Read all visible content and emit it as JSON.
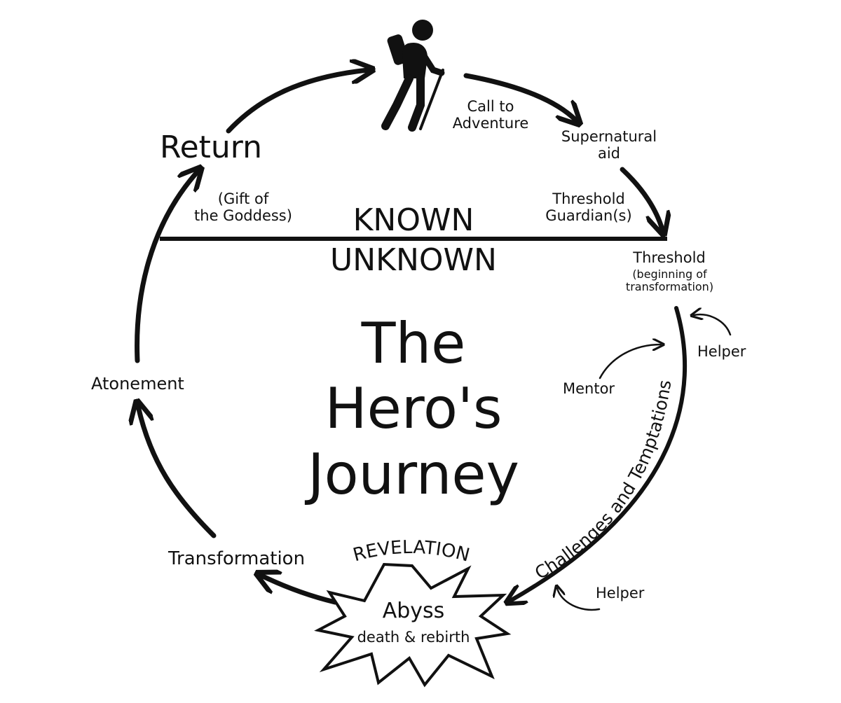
{
  "title_lines": [
    "The",
    "Hero's",
    "Journey"
  ],
  "divider": {
    "upper": "KNOWN",
    "lower": "UNKNOWN"
  },
  "stages": {
    "call": [
      "Call to",
      "Adventure"
    ],
    "supernatural": [
      "Supernatural",
      "aid"
    ],
    "guardians": [
      "Threshold",
      "Guardian(s)"
    ],
    "threshold": "Threshold",
    "threshold_note": [
      "(beginning of",
      "transformation)"
    ],
    "helper_top": "Helper",
    "mentor": "Mentor",
    "challenges": "Challenges and Temptations",
    "helper_bottom": "Helper",
    "revelation": "REVELATION",
    "abyss": "Abyss",
    "abyss_note": "death & rebirth",
    "transformation": "Transformation",
    "atonement": "Atonement",
    "return": "Return",
    "gift": [
      "(Gift of",
      "the Goddess)"
    ]
  },
  "icons": {
    "hero": "hiker-icon",
    "abyss": "starburst-icon"
  },
  "colors": {
    "ink": "#111111",
    "background": "#ffffff"
  }
}
